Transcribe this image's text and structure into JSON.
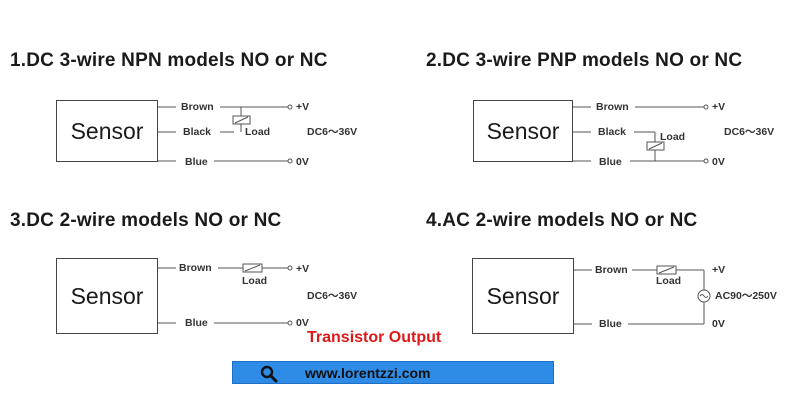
{
  "diagrams": [
    {
      "title": "1.DC 3-wire NPN models NO or NC",
      "sensor": "Sensor",
      "wires": [
        "Brown",
        "Black",
        "Blue"
      ],
      "terminals": [
        "+V",
        "0V"
      ],
      "load": "Load",
      "supply": "DC6～36V"
    },
    {
      "title": "2.DC 3-wire PNP models NO or NC",
      "sensor": "Sensor",
      "wires": [
        "Brown",
        "Black",
        "Blue"
      ],
      "terminals": [
        "+V",
        "0V"
      ],
      "load": "Load",
      "supply": "DC6～36V"
    },
    {
      "title": "3.DC 2-wire models NO or NC",
      "sensor": "Sensor",
      "wires": [
        "Brown",
        "Blue"
      ],
      "terminals": [
        "+V",
        "0V"
      ],
      "load": "Load",
      "supply": "DC6～36V"
    },
    {
      "title": "4.AC 2-wire models NO or NC",
      "sensor": "Sensor",
      "wires": [
        "Brown",
        "Blue"
      ],
      "terminals": [
        "+V",
        "0V"
      ],
      "load": "Load",
      "supply": "AC90～250V"
    }
  ],
  "caption": "Transistor Output",
  "footer": {
    "url": "www.lorentzzi.com",
    "icon": "search-icon",
    "bar_color": "#2e8be6"
  },
  "colors": {
    "caption": "#e01818",
    "line": "#555555"
  }
}
